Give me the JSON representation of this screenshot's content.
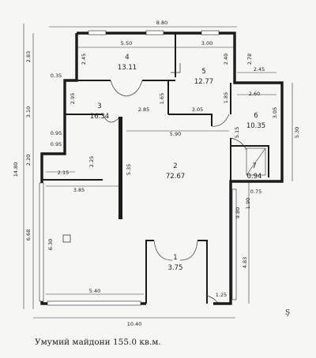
{
  "rooms": [
    {
      "number": "4",
      "area": "13.11"
    },
    {
      "number": "5",
      "area": "12.77"
    },
    {
      "number": "3",
      "area": "16.34"
    },
    {
      "number": "6",
      "area": "10.35"
    },
    {
      "number": "2",
      "area": "72.67"
    },
    {
      "number": "7",
      "area": "0.94"
    },
    {
      "number": "1",
      "area": "3.75"
    }
  ],
  "dimensions": {
    "top_total": "8.80",
    "top_left": "5.50",
    "top_right": "3.00",
    "left_total": "14.80",
    "left_seg1": "2.83",
    "left_seg2": "3.10",
    "left_seg3": "2.20",
    "left_seg4": "6.68",
    "right_total": "5.30",
    "right_lower": "9.80",
    "right_lower2": "4.83",
    "bottom_total": "10.40",
    "bottom_inner": "5.40",
    "bottom_right": "1.25",
    "r4_h": "2.45",
    "r5_h1": "2.40",
    "r5_h2": "2.78",
    "r5_w": "2.45",
    "r6_w": "2.60",
    "r6_h": "3.05",
    "r3_left": "0.35",
    "r3_h": "2.95",
    "r3_w": "2.85",
    "r3_h2": "1.65",
    "r5_w2": "3.05",
    "r5_h3": "1.85",
    "offset1": "0.95",
    "offset2": "0.95",
    "step_w": "2.15",
    "step_h": "2.25",
    "hall_w": "3.85",
    "main_w": "5.90",
    "main_h": "5.35",
    "corr_h": "5.15",
    "r7_w": "0.75",
    "r7_h": "1.90",
    "left_inner_h": "6.30"
  },
  "caption": "Умумий майдони 155.0 кв.м.",
  "north_mark": "Ş"
}
